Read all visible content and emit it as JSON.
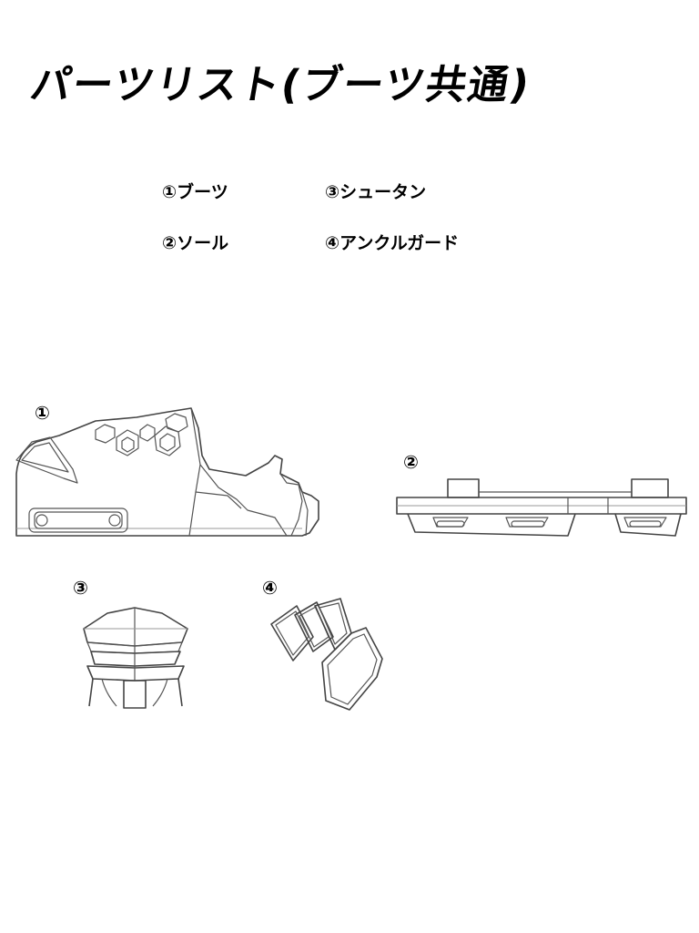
{
  "title": "パーツリスト(ブーツ共通)",
  "legend": [
    {
      "label": "①ブーツ"
    },
    {
      "label": "②ソール"
    },
    {
      "label": "③シュータン"
    },
    {
      "label": "④アンクルガード"
    }
  ],
  "figures": [
    {
      "number": "①"
    },
    {
      "number": "②"
    },
    {
      "number": "③"
    },
    {
      "number": "④"
    }
  ]
}
